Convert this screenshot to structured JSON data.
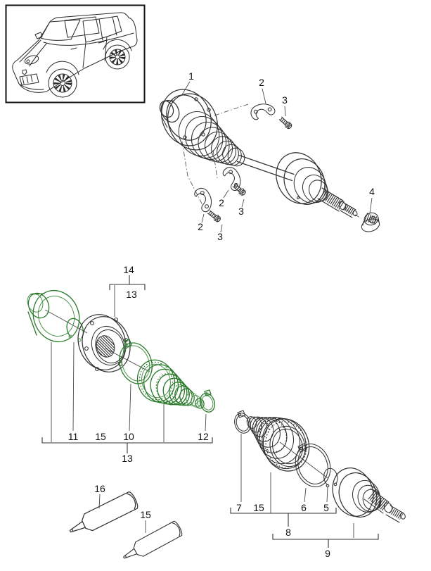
{
  "window": {
    "background": "#ffffff"
  },
  "colors": {
    "line": "#333333",
    "highlight_green": "#2b7a2b"
  },
  "labels": {
    "axle": {
      "part1": "1",
      "clamp_top": "2",
      "bolt_top": "3",
      "clamp_mid": "2",
      "bolt_mid": "3",
      "clamp_low": "2",
      "bolt_low": "3",
      "nut": "4"
    },
    "mid": {
      "bracket_outer": "14",
      "bracket_inner": "13",
      "row": [
        "11",
        "15",
        "10",
        "12"
      ],
      "kit": "13"
    },
    "tubes": {
      "tube_a": "16",
      "tube_b": "15"
    },
    "bottom": {
      "row": [
        "7",
        "15",
        "6",
        "5"
      ],
      "boot_kit": "8",
      "joint_kit": "9"
    }
  }
}
